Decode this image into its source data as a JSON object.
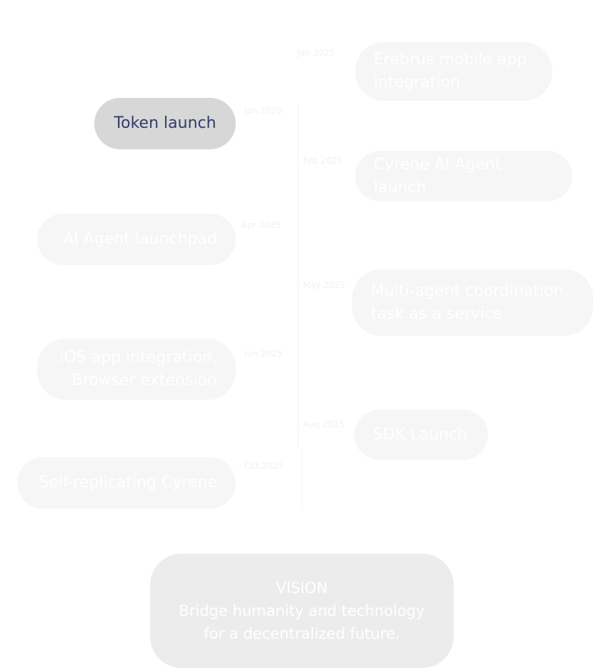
{
  "roadmap": {
    "milestones": [
      {
        "id": "erebrus",
        "date": "Jan 2025",
        "label": "Erebrus mobile app\nintegration"
      },
      {
        "id": "token",
        "date": "Jan 2025",
        "label": "Token launch"
      },
      {
        "id": "cyrene-agent",
        "date": "Feb 2025",
        "label": "Cyrene AI Agent launch"
      },
      {
        "id": "launchpad",
        "date": "Apr 2025",
        "label": "AI Agent launchpad"
      },
      {
        "id": "multiagent",
        "date": "May 2025",
        "label": "Multi-agent coordination,\ntask as a service"
      },
      {
        "id": "ios",
        "date": "Jun 2025",
        "label": "iOS app integration,\nBrowser extension"
      },
      {
        "id": "sdk",
        "date": "Aug 2025",
        "label": "SDK Launch"
      },
      {
        "id": "selfrep",
        "date": "Oct 2025",
        "label": "Self-replicating Cyrene"
      }
    ]
  },
  "vision": {
    "title": "VISION",
    "line1": "Bridge humanity and technology",
    "line2": "for a decentralized future."
  }
}
